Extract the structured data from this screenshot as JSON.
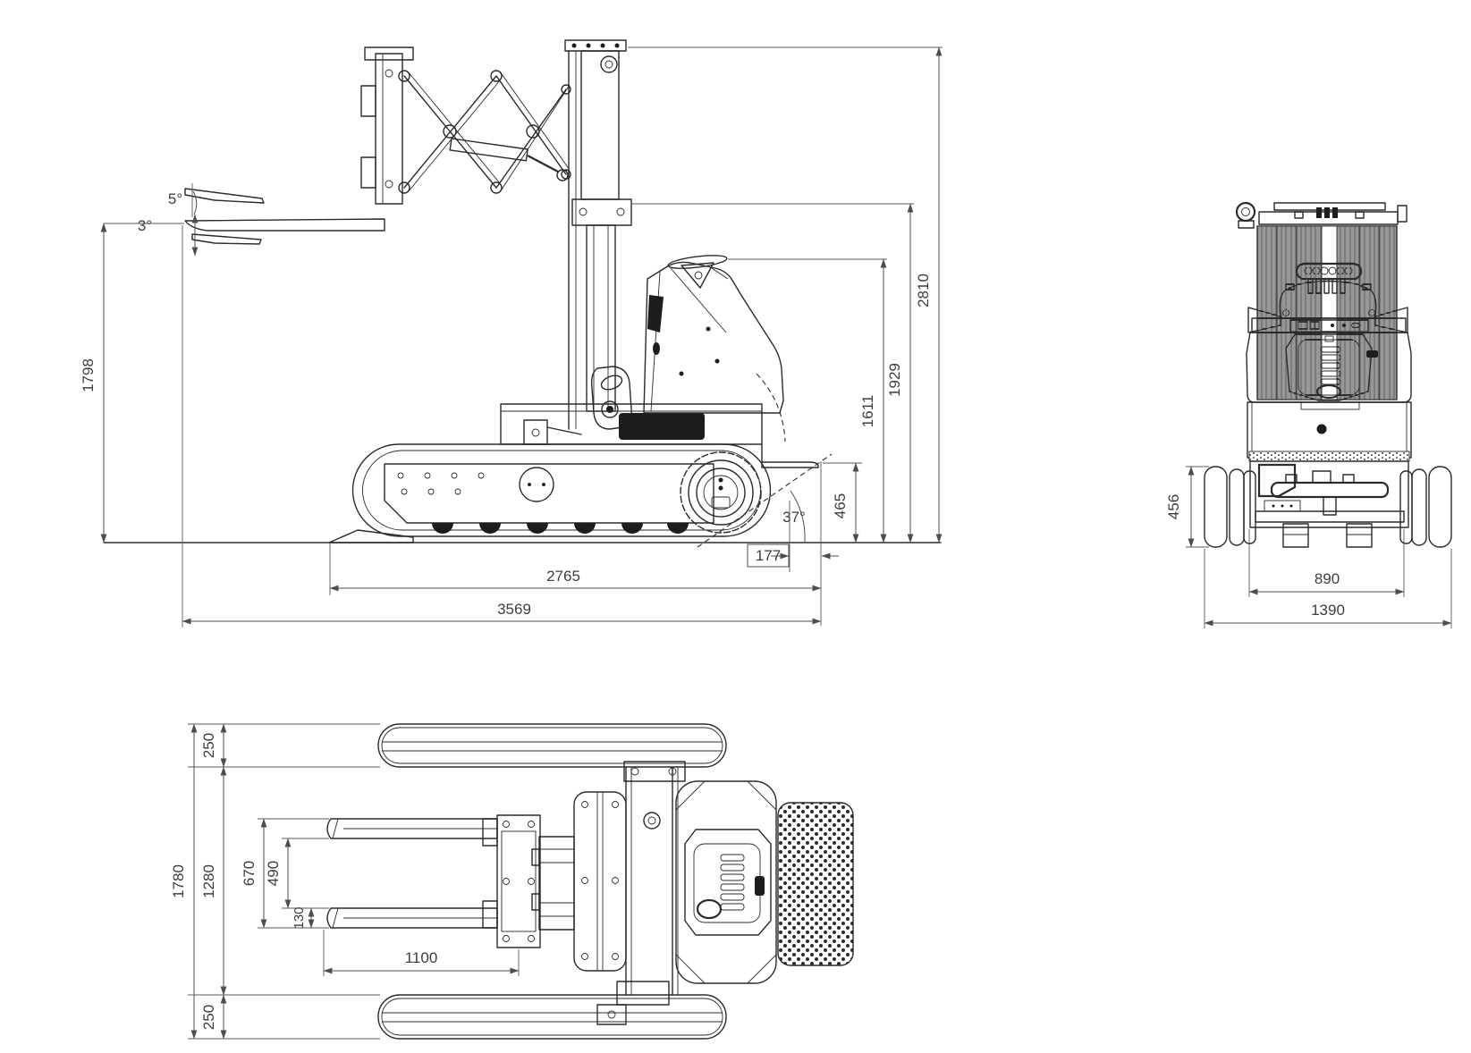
{
  "meta": {
    "drawing_type": "forklift technical dimension drawing",
    "unit": "mm"
  },
  "side_view": {
    "tilt_up": "5°",
    "tilt_down": "3°",
    "lift_height": "1798",
    "overall_height": "2810",
    "mast_height": "1929",
    "wheel_height": "1611",
    "deck_height": "465",
    "departure_angle": "37°",
    "rear_distance": "177",
    "wheelbase_length": "2765",
    "overall_length": "3569"
  },
  "front_view": {
    "track_height": "456",
    "inner_width": "890",
    "overall_width": "1390"
  },
  "top_view": {
    "track_width_top": "250",
    "inner_width": "1280",
    "overall_width": "1780",
    "fork_outer": "670",
    "fork_inner": "490",
    "fork_blade": "130",
    "fork_length": "1100",
    "track_width_bottom": "250"
  }
}
